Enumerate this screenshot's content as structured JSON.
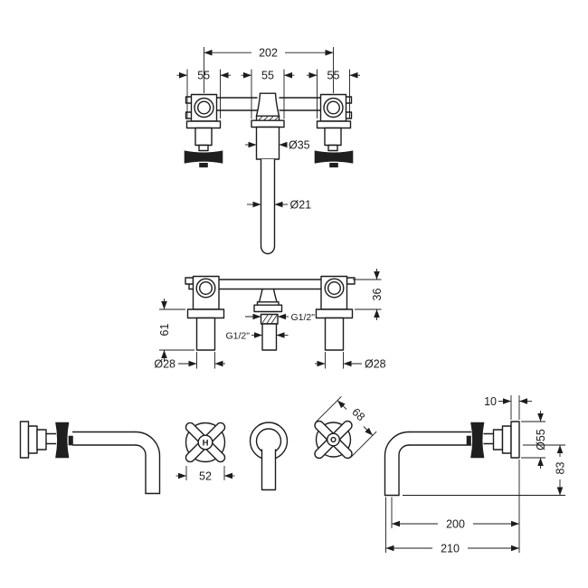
{
  "colors": {
    "background": "#ffffff",
    "line": "#1c1c1c"
  },
  "plan_view": {
    "overall_span": "202",
    "pitch_left": "55",
    "pitch_center": "55",
    "pitch_right": "55",
    "spout_sleeve_dia": "Ø35",
    "spout_tube_dia": "Ø21"
  },
  "elevation_view": {
    "body_height": "36",
    "valve_depth": "61",
    "inlet_thread_top": "G1/2\"",
    "inlet_thread_bottom": "G1/2\"",
    "valve_dia_left": "Ø28",
    "valve_dia_right": "Ø28"
  },
  "handle_front_view": {
    "handle_width": "52",
    "hot_marker": "H"
  },
  "handle_diagonal_view": {
    "handle_size": "68"
  },
  "spout_side_view": {
    "plate_thickness": "10",
    "plate_dia": "Ø55",
    "spout_drop": "83",
    "projection_to_center": "200",
    "projection_overall": "210"
  }
}
